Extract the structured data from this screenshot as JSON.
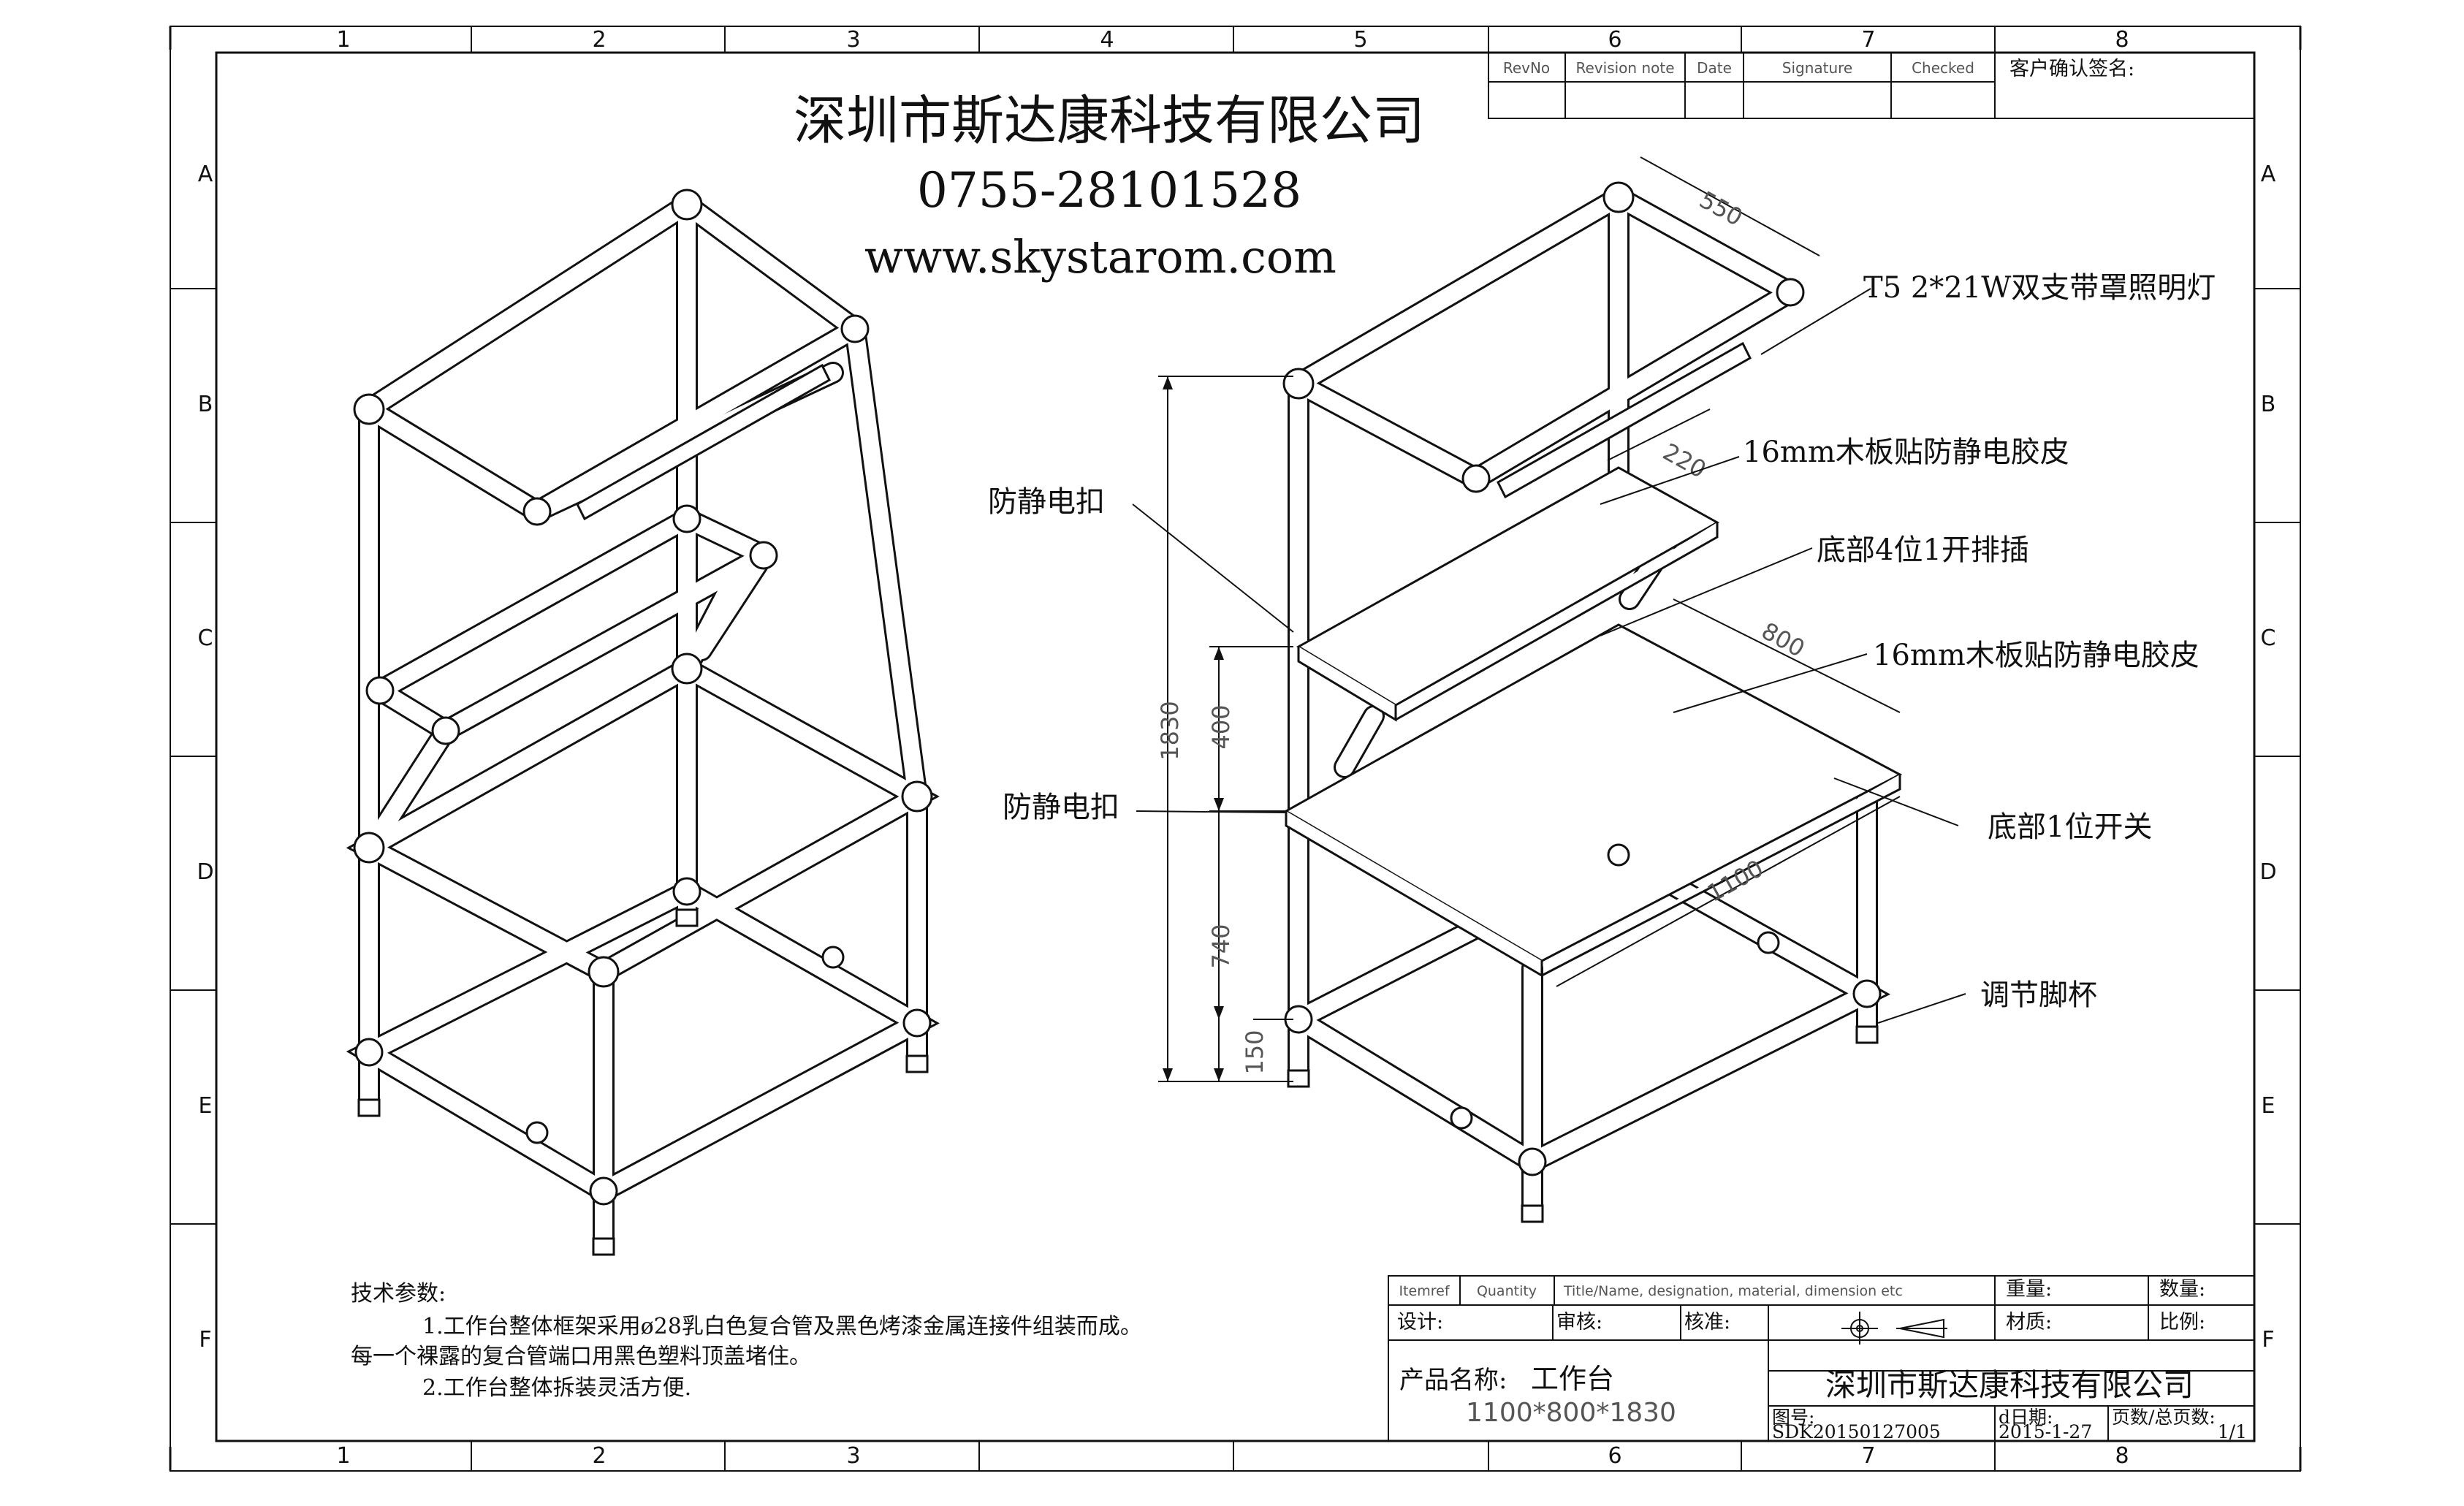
{
  "header": {
    "company": "深圳市斯达康科技有限公司",
    "phone": "0755-28101528",
    "website": "www.skystarom.com"
  },
  "border": {
    "columns": [
      "1",
      "2",
      "3",
      "4",
      "5",
      "6",
      "7",
      "8"
    ],
    "rows": [
      "A",
      "B",
      "C",
      "D",
      "E",
      "F"
    ]
  },
  "revision_table": {
    "headers": [
      "RevNo",
      "Revision note",
      "Date",
      "Signature",
      "Checked"
    ],
    "customer_confirm": "客户确认签名:"
  },
  "callouts": {
    "lamp": "T5 2*21W双支带罩照明灯",
    "top_board": "16mm木板贴防静电胶皮",
    "power_strip": "底部4位1开排插",
    "esd_buckle_upper": "防静电扣",
    "desk_board": "16mm木板贴防静电胶皮",
    "esd_buckle_lower": "防静电扣",
    "switch": "底部1位开关",
    "foot_cup": "调节脚杯"
  },
  "dimensions": {
    "depth_top": "550",
    "shelf_depth": "220",
    "depth_desk": "800",
    "width": "1100",
    "total_height": "1830",
    "shelf_gap": "400",
    "desk_height": "740",
    "bottom": "150"
  },
  "tech_notes": {
    "title": "技术参数:",
    "line1": "1.工作台整体框架采用ø28乳白色复合管及黑色烤漆金属连接件组装而成。",
    "line2": "每一个裸露的复合管端口用黑色塑料顶盖堵住。",
    "line3": "2.工作台整体拆装灵活方便."
  },
  "title_block": {
    "itemref": "Itemref",
    "quantity": "Quantity",
    "title_col": "Title/Name, designation, material, dimension etc",
    "weight": "重量:",
    "count": "数量:",
    "design": "设计:",
    "review": "审核:",
    "approve": "核准:",
    "material": "材质:",
    "scale": "比例:",
    "product_name_label": "产品名称:",
    "product_name": "工作台",
    "product_size": "1100*800*1830",
    "company": "深圳市斯达康科技有限公司",
    "drawing_no_label": "图号:",
    "drawing_no": "SDK20150127005",
    "date_label": "d日期:",
    "date": "2015-1-27",
    "pages_label": "页数/总页数:",
    "pages": "1/1"
  }
}
